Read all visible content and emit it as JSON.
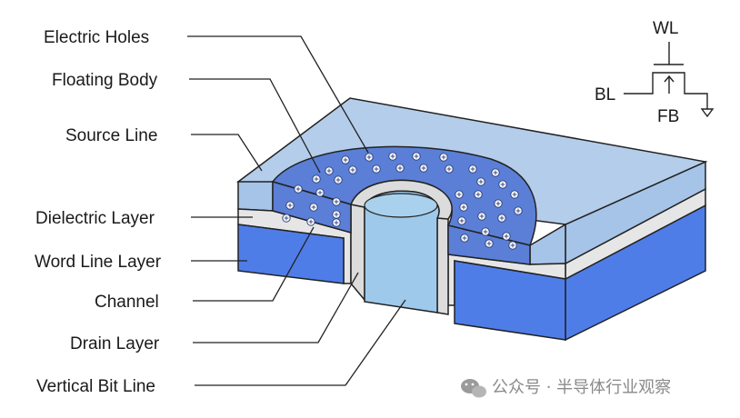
{
  "labels": {
    "electric_holes": "Electric Holes",
    "floating_body": "Floating Body",
    "source_line": "Source Line",
    "dielectric_layer": "Dielectric Layer",
    "word_line_layer": "Word Line Layer",
    "channel": "Channel",
    "drain_layer": "Drain Layer",
    "vertical_bit_line": "Vertical Bit Line"
  },
  "symbol": {
    "wl": "WL",
    "bl": "BL",
    "fb": "FB"
  },
  "watermark": {
    "text": "公众号 · 半导体行业观察",
    "icon": "wechat-icon"
  },
  "colors": {
    "source_top": "#b4cdea",
    "source_side": "#9fbfe6",
    "dielectric": "#e6e6e6",
    "word_line": "#4f7de8",
    "floating_body": "#5b7fd6",
    "bit_line": "#9ec9ea",
    "outline": "#222222"
  }
}
